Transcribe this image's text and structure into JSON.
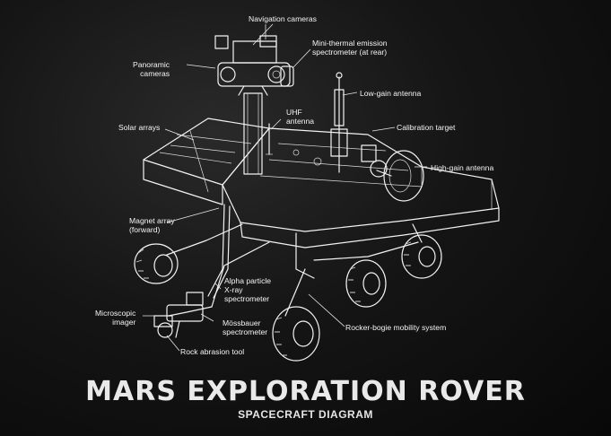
{
  "diagram": {
    "title": "MARS EXPLORATION ROVER",
    "subtitle": "SPACECRAFT DIAGRAM",
    "labels": {
      "navigation_cameras": "Navigation cameras",
      "mini_tes": "Mini-thermal emission\nspectrometer (at rear)",
      "panoramic_cameras": "Panoramic\ncameras",
      "low_gain_antenna": "Low-gain antenna",
      "uhf_antenna": "UHF\nantenna",
      "solar_arrays": "Solar arrays",
      "calibration_target": "Calibration target",
      "high_gain_antenna": "High-gain antenna",
      "magnet_array": "Magnet array\n(forward)",
      "alpha_particle": "Alpha particle\nX-ray\nspectrometer",
      "microscopic_imager": "Microscopic\nimager",
      "mossbauer": "Mössbauer\nspectrometer",
      "rocker_bogie": "Rocker-bogie mobility system",
      "rock_abrasion_tool": "Rock abrasion tool"
    }
  }
}
